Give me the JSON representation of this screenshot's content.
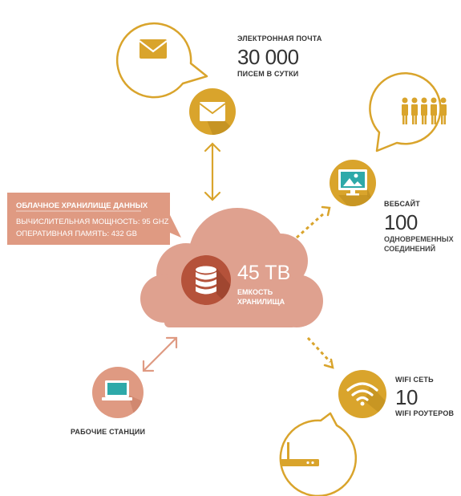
{
  "email": {
    "title": "ЭЛЕКТРОННАЯ ПОЧТА",
    "value": "30 000",
    "subtitle": "ПИСЕМ В СУТКИ"
  },
  "website": {
    "title": "ВЕБСАЙТ",
    "value": "100",
    "subtitle_line1": "ОДНОВРЕМЕННЫХ",
    "subtitle_line2": "СОЕДИНЕНИЙ"
  },
  "cloud": {
    "value": "45 TB",
    "subtitle_line1": "ЕМКОСТЬ",
    "subtitle_line2": "ХРАНИЛИЩА"
  },
  "storage_callout": {
    "title": "ОБЛАЧНОЕ  ХРАНИЛИЩЕ ДАННЫХ",
    "line1": "ВЫЧИСЛИТЕЛЬНАЯ МОЩНОСТЬ: 95 GHZ",
    "line2": "ОПЕРАТИВНАЯ ПАМЯТЬ: 432 GB"
  },
  "workstations": {
    "label": "РАБОЧИЕ СТАНЦИИ"
  },
  "wifi": {
    "title": "WIFI СЕТЬ",
    "value": "10",
    "subtitle": "WIFI РОУТЕРОВ"
  },
  "colors": {
    "gold": "#d9a42c",
    "gold_dark": "#b98a1e",
    "salmon": "#df9a82",
    "salmon_dark": "#b5523a",
    "cloud": "#dfa18f"
  }
}
